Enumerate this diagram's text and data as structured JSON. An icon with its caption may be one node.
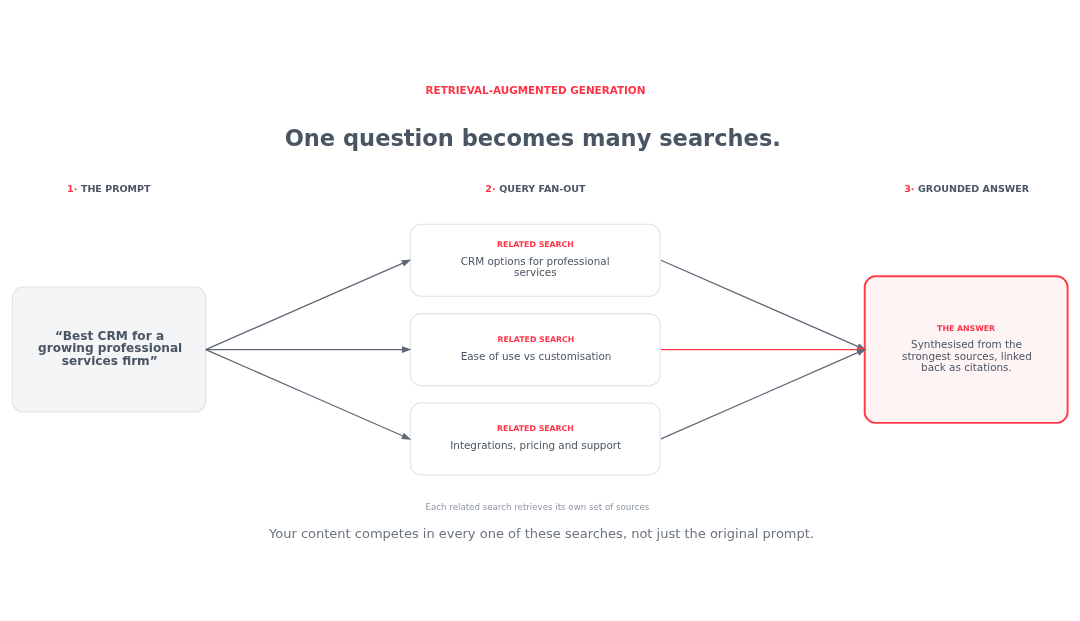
{
  "diagram": {
    "title": "One question becomes many searches.",
    "caption": "Your content competes in every one of these searches, not just the original prompt.",
    "nodes": [
      {
        "text": [
          "“Best CRM for a growing professional services firm”"
        ]
      },
      {
        "text": [
          "RELATED SEARCH",
          "CRM options for professional services"
        ]
      },
      {
        "text": [
          "RELATED SEARCH",
          "Ease of use vs customisation"
        ]
      },
      {
        "text": [
          "RELATED SEARCH",
          "Integrations, pricing and support"
        ]
      },
      {
        "text": [
          "THE ANSWER",
          "Synthesised from the strongest sources, linked back as citations."
        ]
      }
    ],
    "edges": [
      {
        "from": 0,
        "to": 1,
        "arrow": "to"
      },
      {
        "from": 0,
        "to": 2,
        "arrow": "to"
      },
      {
        "from": 0,
        "to": 3,
        "arrow": "to"
      },
      {
        "from": 1,
        "to": 4,
        "arrow": "to"
      },
      {
        "from": 2,
        "to": 4,
        "arrow": "to",
        "color": "#ff3b4a"
      },
      {
        "from": 3,
        "to": 4,
        "arrow": "to"
      }
    ],
    "labels": [
      "RETRIEVAL-AUGMENTED GENERATION",
      "1· THE PROMPT",
      "2· QUERY FAN-OUT",
      "3· GROUNDED ANSWER",
      "Each related search retrieves its own set of sources"
    ]
  }
}
